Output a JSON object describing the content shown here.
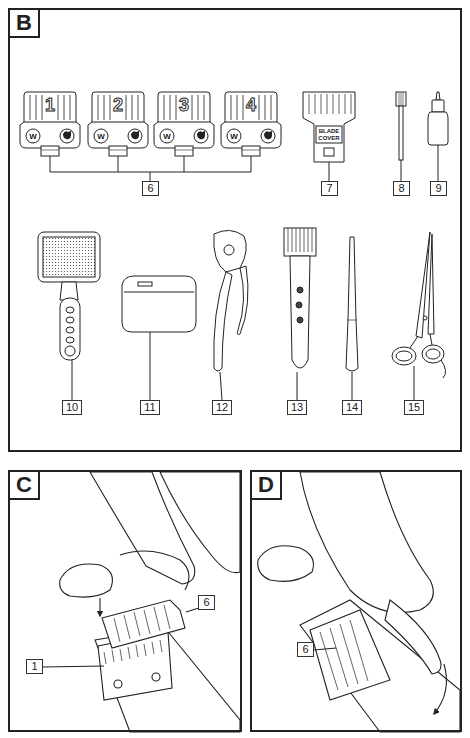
{
  "diagram": {
    "nodes": [
      {
        "text": [
          "B"
        ]
      },
      {
        "text": [
          "6"
        ],
        "in": 0
      },
      {
        "text": [
          "7"
        ],
        "in": 0
      },
      {
        "text": [
          "8"
        ],
        "in": 0
      },
      {
        "text": [
          "9"
        ],
        "in": 0
      },
      {
        "text": [
          "10"
        ],
        "in": 0
      },
      {
        "text": [
          "11"
        ],
        "in": 0
      },
      {
        "text": [
          "12"
        ],
        "in": 0
      },
      {
        "text": [
          "13"
        ],
        "in": 0
      },
      {
        "text": [
          "14"
        ],
        "in": 0
      },
      {
        "text": [
          "15"
        ],
        "in": 0
      },
      {
        "text": [
          "C"
        ]
      },
      {
        "text": [
          "6"
        ],
        "in": 11
      },
      {
        "text": [
          "1"
        ],
        "in": 11
      },
      {
        "text": [
          "D"
        ]
      },
      {
        "text": [
          "6"
        ],
        "in": 14
      }
    ],
    "labels": [
      "1",
      "2",
      "3",
      "4",
      "W",
      "W",
      "W",
      "W",
      "BLADE COVER"
    ]
  }
}
